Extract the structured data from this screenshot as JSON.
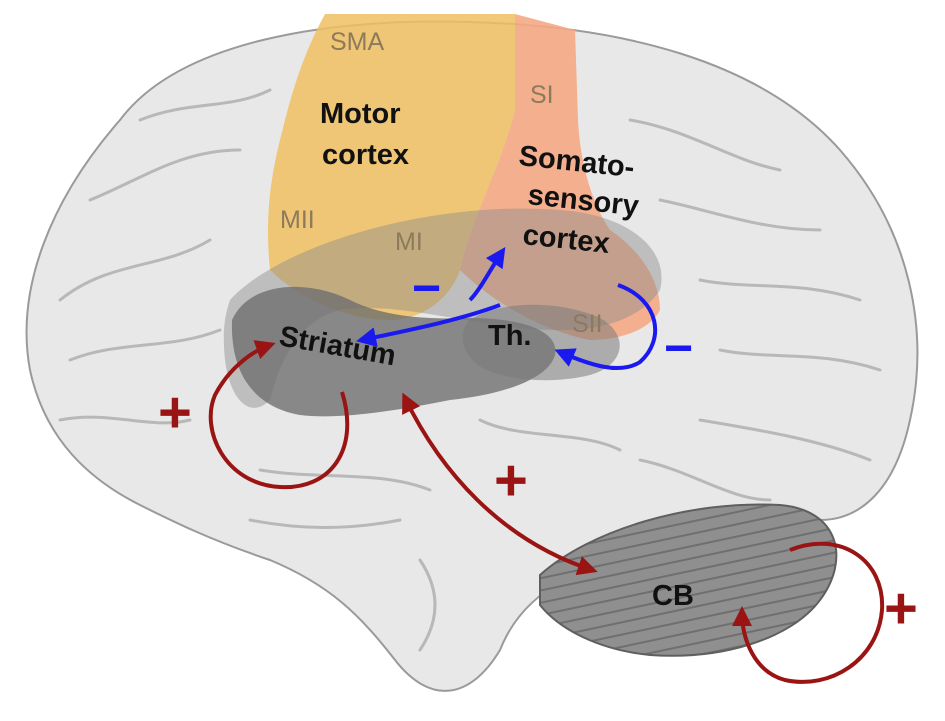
{
  "labels": {
    "sma": "SMA",
    "si": "SI",
    "mii": "MII",
    "mi": "MI",
    "sii": "SII",
    "motor_line1": "Motor",
    "motor_line2": "cortex",
    "somato_line1": "Somato-",
    "somato_line2": "sensory",
    "somato_line3": "cortex",
    "striatum": "Striatum",
    "thalamus": "Th.",
    "cerebellum": "CB"
  },
  "signs": {
    "minus": "−",
    "plus": "+"
  },
  "colors": {
    "brain_fill": "#e8e8e8",
    "brain_outline": "#9a9a9a",
    "motor_cortex": "#f0c060",
    "somatosensory_cortex": "#f4a884",
    "deep_structures": "#8c8c8c",
    "inhibitory_arrow": "#1a1aee",
    "excitatory_arrow": "#9a1414"
  }
}
